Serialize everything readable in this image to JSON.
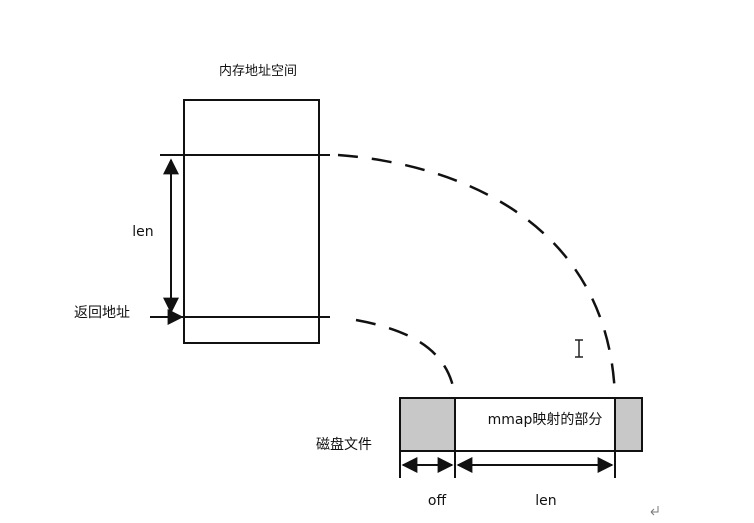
{
  "diagram": {
    "memory_title": "内存地址空间",
    "len_label_memory": "len",
    "return_address_label": "返回地址",
    "disk_file_label": "磁盘文件",
    "mapped_part_label": "mmap映射的部分",
    "off_label": "off",
    "len_label_file": "len"
  },
  "colors": {
    "stroke": "#111111",
    "unmapped_fill": "#c8c8c8",
    "mapped_fill": "#ffffff"
  }
}
